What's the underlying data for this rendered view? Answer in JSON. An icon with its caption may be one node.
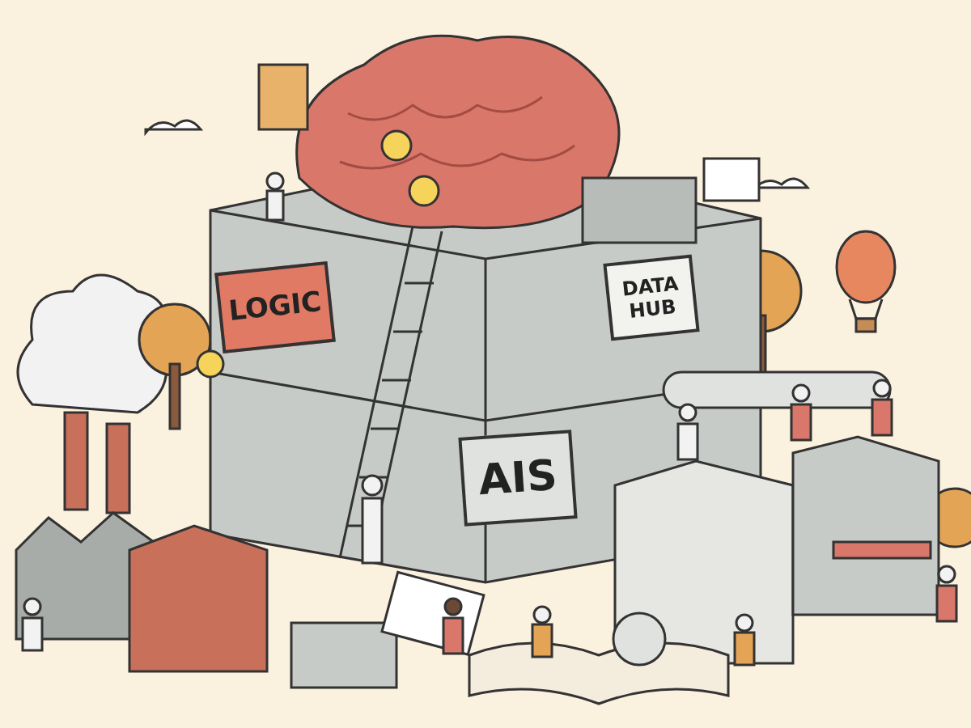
{
  "diagram": {
    "nodes": [
      {
        "text": [
          "LOGIC"
        ]
      },
      {
        "text": [
          "DATA HUB"
        ]
      },
      {
        "text": [
          "AIS"
        ]
      }
    ]
  }
}
